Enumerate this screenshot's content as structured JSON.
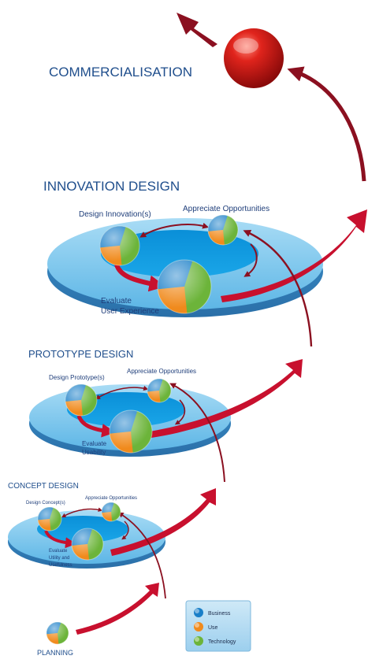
{
  "stages": {
    "commercialisation": {
      "title": "COMMERCIALISATION"
    },
    "innovation": {
      "title": "INNOVATION DESIGN",
      "label_design": "Design Innovation(s)",
      "label_appreciate": "Appreciate Opportunities",
      "label_evaluate_1": "Evaluate",
      "label_evaluate_2": "User Experience"
    },
    "prototype": {
      "title": "PROTOTYPE DESIGN",
      "label_design": "Design Prototype(s)",
      "label_appreciate": "Appreciate Opportunities",
      "label_evaluate_1": "Evaluate",
      "label_evaluate_2": "Usability"
    },
    "concept": {
      "title": "CONCEPT DESIGN",
      "label_design": "Design Concept(s)",
      "label_appreciate": "Appreciate Opportunities",
      "label_evaluate_1": "Evaluate",
      "label_evaluate_2": "Utility and",
      "label_evaluate_3": "Usefulness"
    },
    "planning": {
      "title": "PLANNING"
    }
  },
  "legend": {
    "items": [
      {
        "label": "Business",
        "color": "#1a7fc8"
      },
      {
        "label": "Use",
        "color": "#f08a1c"
      },
      {
        "label": "Technology",
        "color": "#6cb43a"
      }
    ]
  },
  "colors": {
    "disc_top": "#6ec5ee",
    "disc_side": "#3b8fc9",
    "flow_red": "#c8102e",
    "arrow_dark": "#8b1020",
    "title_blue": "#1f4e8c"
  }
}
